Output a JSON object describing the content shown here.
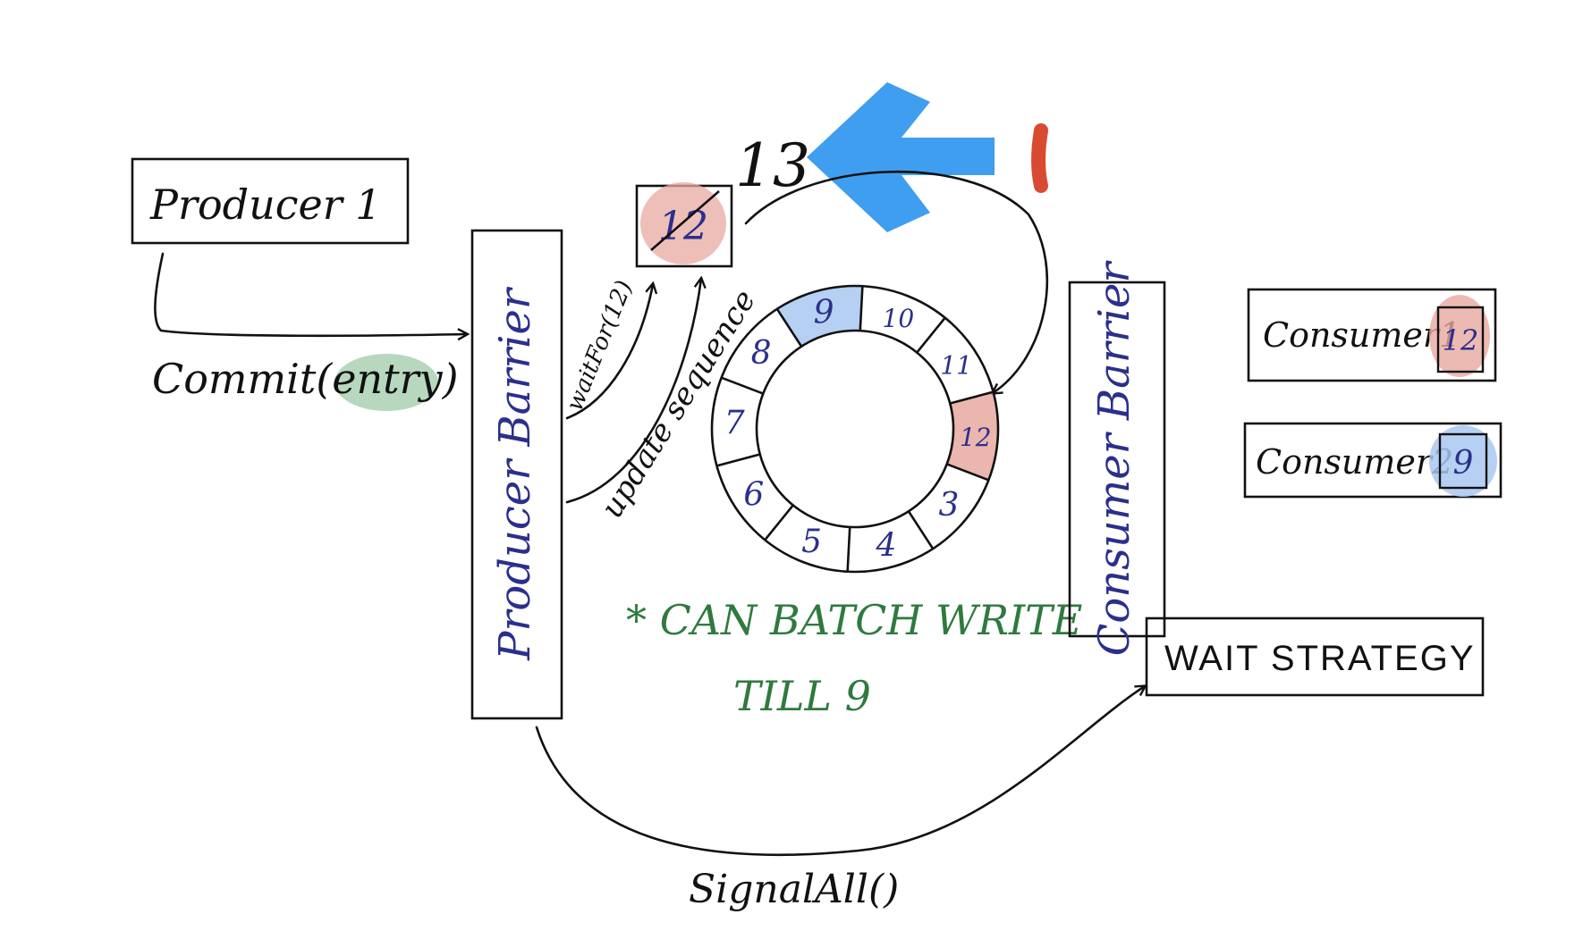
{
  "producer": {
    "label": "Producer 1"
  },
  "commit": {
    "prefix": "Commit(",
    "arg": "entry",
    "suffix": ")"
  },
  "producer_barrier": {
    "label": "Producer Barrier"
  },
  "wait_for": {
    "label": "waitFor(12)"
  },
  "update_sequence": {
    "label": "update sequence"
  },
  "cursor": {
    "old_value": "12",
    "new_value": "13"
  },
  "annotation": {
    "step": "1"
  },
  "ring": {
    "slots": [
      "9",
      "10",
      "11",
      "12",
      "3",
      "4",
      "5",
      "6",
      "7",
      "8"
    ]
  },
  "batch_note": {
    "line1": "* CAN BATCH WRITE",
    "line2": "TILL 9"
  },
  "consumer_barrier": {
    "label": "Consumer Barrier"
  },
  "consumers": [
    {
      "label": "Consumer1",
      "sequence": "12"
    },
    {
      "label": "Consumer2",
      "sequence": "9"
    }
  ],
  "wait_strategy": {
    "label": "WAIT STRATEGY"
  },
  "signal": {
    "label": "SignalAll()"
  },
  "colors": {
    "ink": "#111111",
    "ring_numbers": "#2b2f8c",
    "note_green": "#2f7a3e",
    "highlight_red": "#e8a9a0",
    "highlight_blue": "#a9c8f2",
    "highlight_green": "#9fcba9",
    "arrow_blue": "#3f9ef0",
    "mark_red": "#d94a32"
  }
}
